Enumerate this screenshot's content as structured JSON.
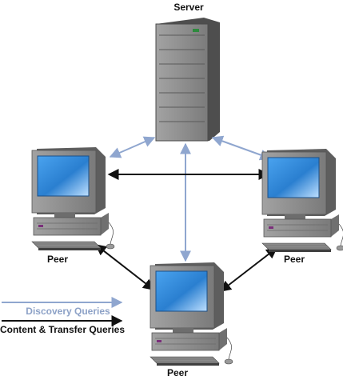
{
  "nodes": {
    "server": {
      "label": "Server",
      "icon": "server-tower-icon"
    },
    "peer_left": {
      "label": "Peer",
      "icon": "desktop-computer-icon"
    },
    "peer_right": {
      "label": "Peer",
      "icon": "desktop-computer-icon"
    },
    "peer_bottom": {
      "label": "Peer",
      "icon": "desktop-computer-icon"
    }
  },
  "legend": {
    "discovery": {
      "label": "Discovery Queries",
      "color": "#8da2c7"
    },
    "content": {
      "label": "Content & Transfer Queries",
      "color": "#111111"
    }
  },
  "colors": {
    "discovery_arrow": "#8fa6cf",
    "content_arrow": "#111111",
    "screen": "#2f86d6",
    "casing": "#8e8e8e"
  }
}
